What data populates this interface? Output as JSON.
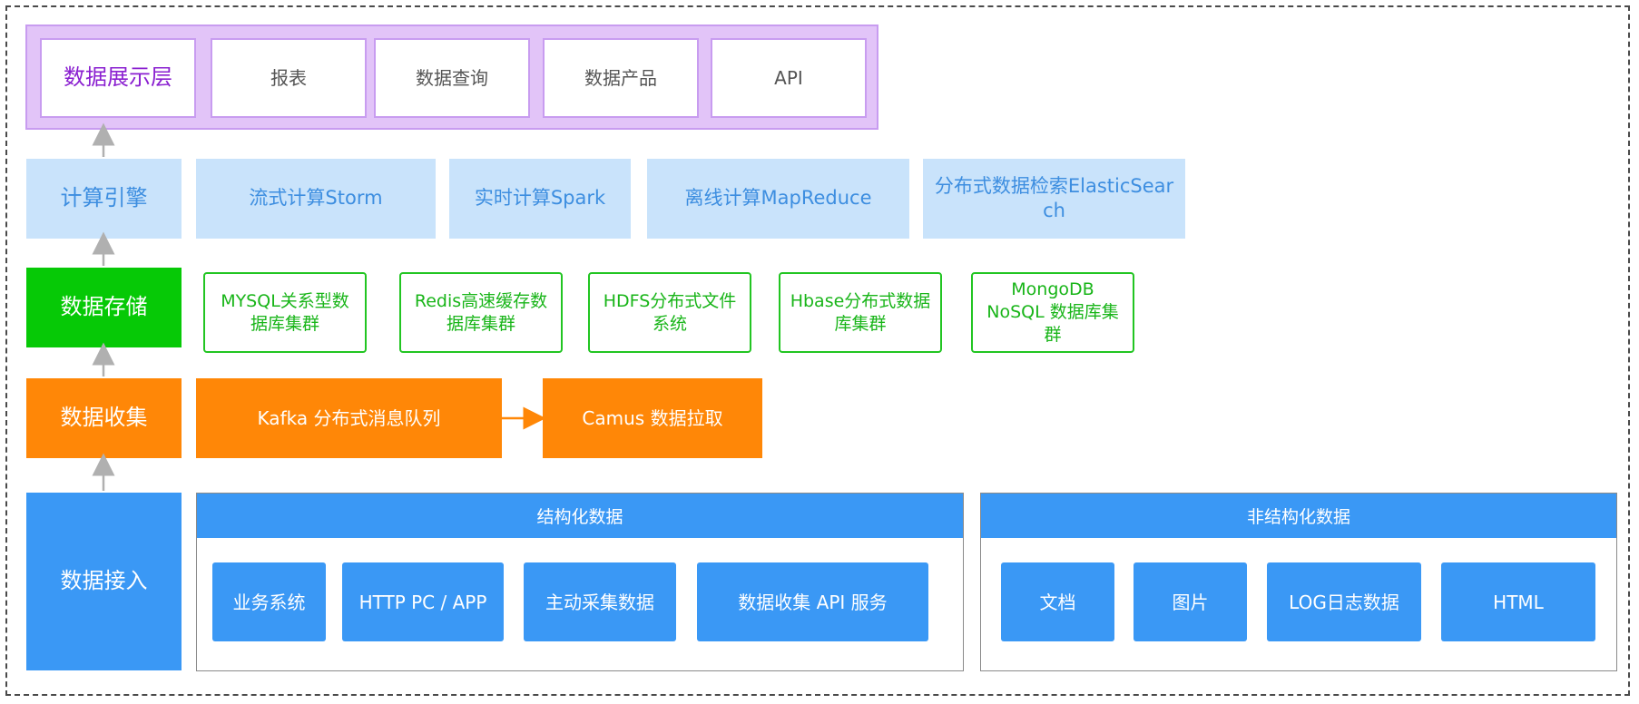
{
  "display_layer": {
    "title": "数据展示层",
    "items": [
      "报表",
      "数据查询",
      "数据产品",
      "API"
    ]
  },
  "compute_layer": {
    "title": "计算引擎",
    "items": [
      "流式计算Storm",
      "实时计算Spark",
      "离线计算MapReduce",
      "分布式数据检索ElasticSearch"
    ]
  },
  "storage_layer": {
    "title": "数据存储",
    "items": [
      "MYSQL关系型数据库集群",
      "Redis高速缓存数据库集群",
      "HDFS分布式文件系统",
      "Hbase分布式数据库集群",
      "MongoDB NoSQL 数据库集群"
    ]
  },
  "collect_layer": {
    "title": "数据收集",
    "items": [
      "Kafka 分布式消息队列",
      "Camus 数据拉取"
    ]
  },
  "ingest_layer": {
    "title": "数据接入",
    "structured": {
      "title": "结构化数据",
      "items": [
        "业务系统",
        "HTTP PC / APP",
        "主动采集数据",
        "数据收集 API 服务"
      ]
    },
    "unstructured": {
      "title": "非结构化数据",
      "items": [
        "文档",
        "图片",
        "LOG日志数据",
        "HTML"
      ]
    }
  },
  "colors": {
    "display": "#e2c4f8",
    "compute": "#c9e3fb",
    "storage": "#06c906",
    "collect": "#ff8707",
    "ingest": "#3a98f5",
    "arrow": "#b0b0b0"
  }
}
